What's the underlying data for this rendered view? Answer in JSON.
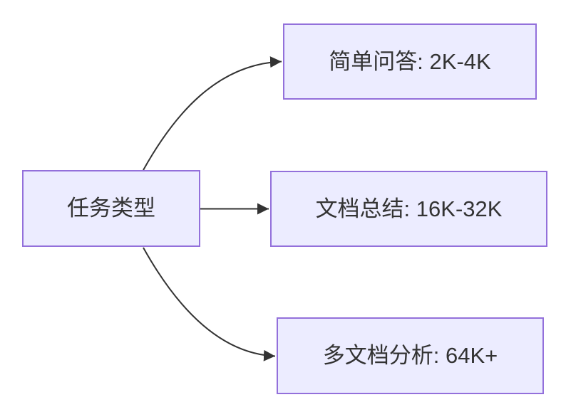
{
  "diagram": {
    "type": "flowchart",
    "direction": "left-to-right",
    "root": {
      "id": "task-type",
      "label": "任务类型"
    },
    "children": [
      {
        "id": "simple-qa",
        "label": "简单问答: 2K-4K"
      },
      {
        "id": "doc-summary",
        "label": "文档总结: 16K-32K"
      },
      {
        "id": "multi-doc",
        "label": "多文档分析: 64K+"
      }
    ],
    "edges": [
      {
        "from": "task-type",
        "to": "simple-qa",
        "arrow": "filled-triangle"
      },
      {
        "from": "task-type",
        "to": "doc-summary",
        "arrow": "filled-triangle"
      },
      {
        "from": "task-type",
        "to": "multi-doc",
        "arrow": "filled-triangle"
      }
    ],
    "colors": {
      "node_fill": "#ECECFF",
      "node_border": "#9370DB",
      "edge": "#333333",
      "text": "#333333",
      "background": "#FFFFFF"
    }
  }
}
